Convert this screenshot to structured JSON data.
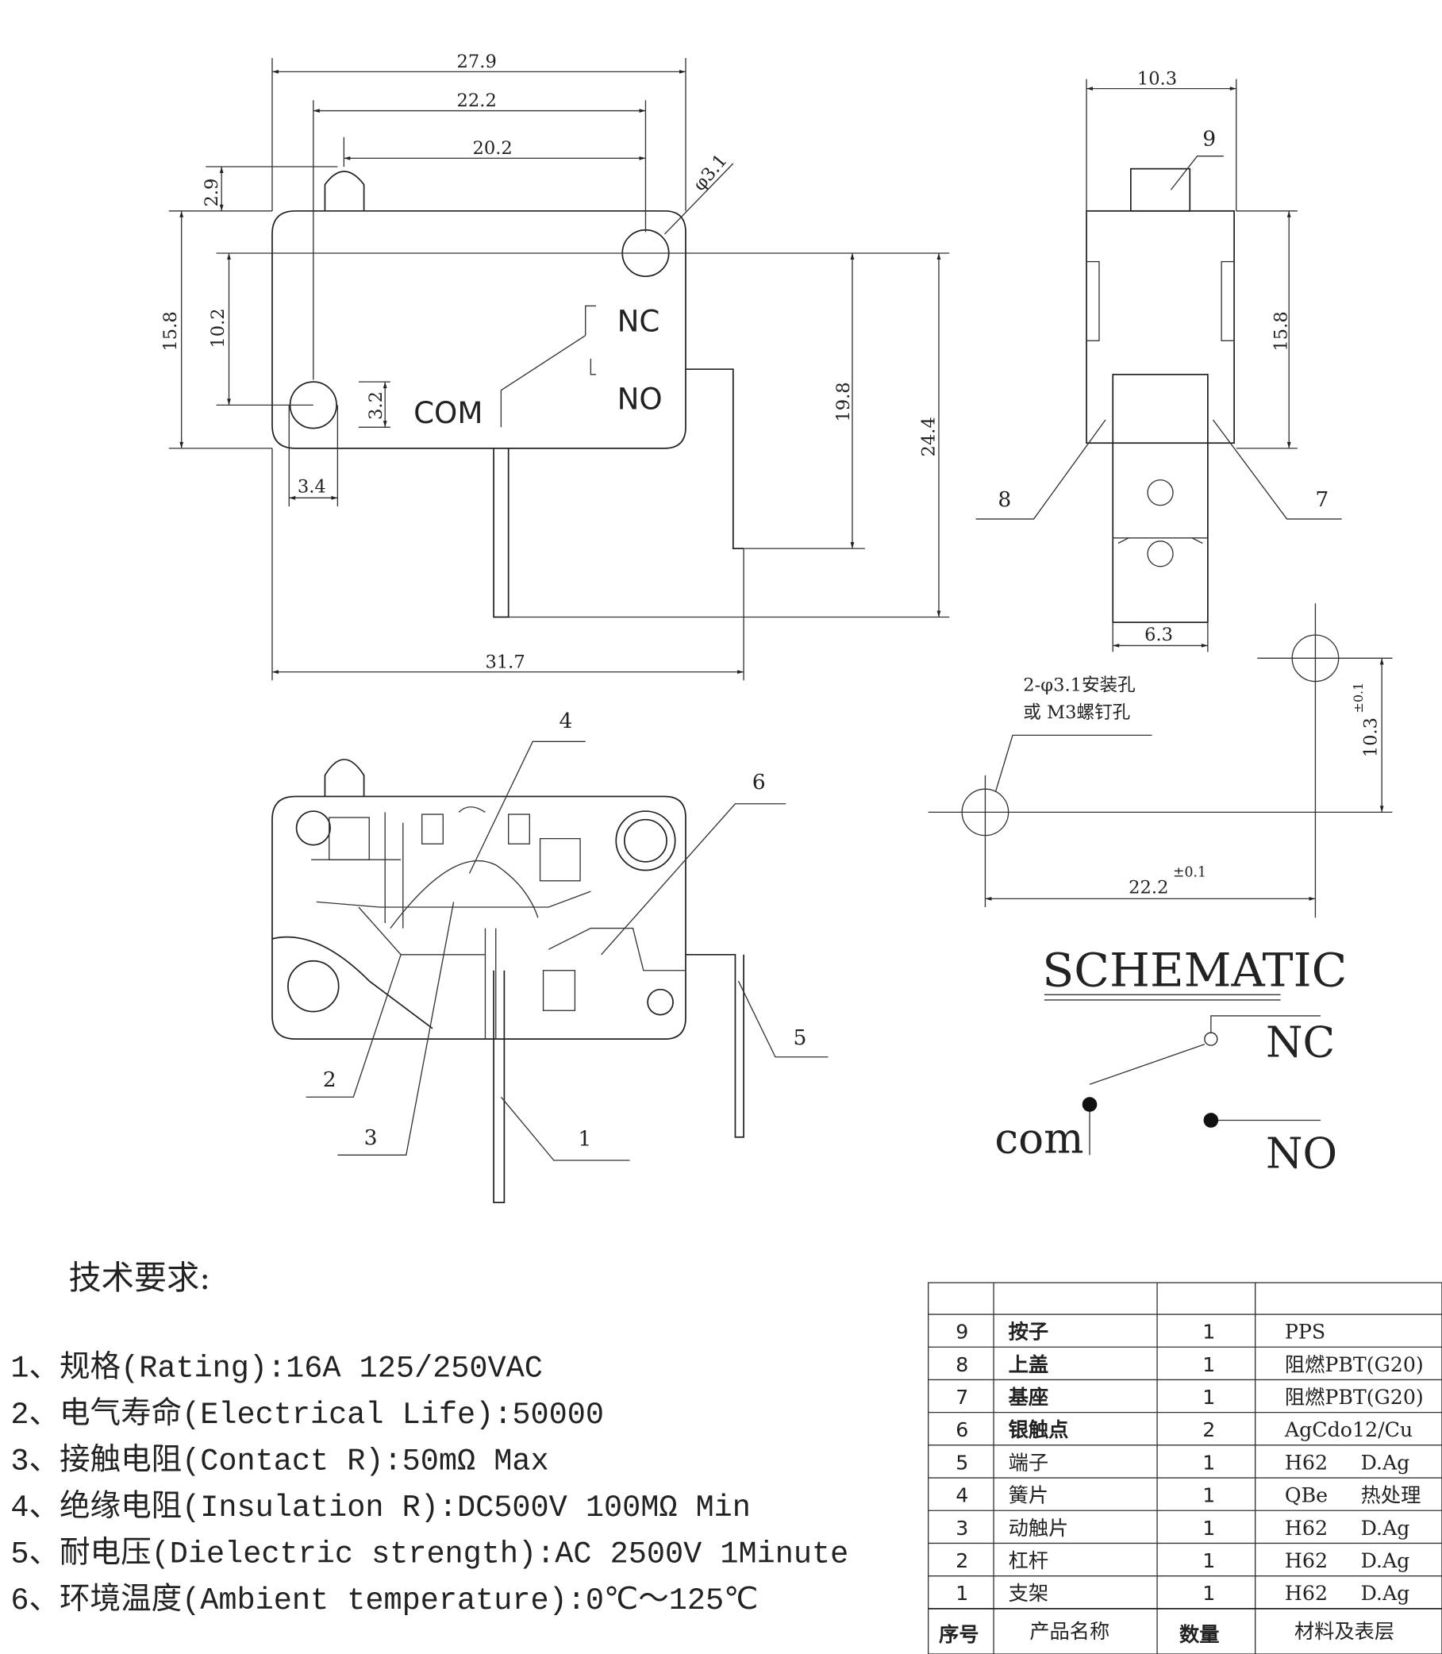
{
  "top_view": {
    "dims": {
      "d279": "27.9",
      "d222": "22.2",
      "d202": "20.2",
      "d29": "2.9",
      "d31": "φ3.1",
      "d158": "15.8",
      "d102": "10.2",
      "d32": "3.2",
      "d34": "3.4",
      "d198": "19.8",
      "d244": "24.4",
      "d317": "31.7"
    },
    "labels": {
      "nc": "NC",
      "no": "NO",
      "com": "COM"
    }
  },
  "side_view": {
    "dims": {
      "d103": "10.3",
      "d158": "15.8",
      "d63": "6.3"
    },
    "callouts": {
      "c9": "9",
      "c8": "8",
      "c7": "7"
    }
  },
  "internal_view": {
    "callouts": {
      "c1": "1",
      "c2": "2",
      "c3": "3",
      "c4": "4",
      "c5": "5",
      "c6": "6"
    }
  },
  "mounting": {
    "note_line1": "2-φ3.1安装孔",
    "note_line2": "或 M3螺钉孔",
    "dim_v": "10.3",
    "dim_v_tol": "±0.1",
    "dim_h": "22.2",
    "dim_h_tol": "±0.1"
  },
  "schematic": {
    "title": "SCHEMATIC",
    "nc": "NC",
    "no": "NO",
    "com": "com"
  },
  "requirements": {
    "title": "技术要求:",
    "items": [
      "1、规格(Rating):16A  125/250VAC",
      "2、电气寿命(Electrical Life):50000",
      "3、接触电阻(Contact R):50mΩ  Max",
      "4、绝缘电阻(Insulation R):DC500V  100MΩ  Min",
      "5、耐电压(Dielectric strength):AC 2500V  1Minute",
      "6、环境温度(Ambient temperature):0℃～125℃"
    ]
  },
  "bom": {
    "headers": [
      "序号",
      "产品名称",
      "数量",
      "材料及表层"
    ],
    "rows": [
      [
        "9",
        "按子",
        "1",
        "PPS",
        ""
      ],
      [
        "8",
        "上盖",
        "1",
        "阻燃PBT(G20)",
        ""
      ],
      [
        "7",
        "基座",
        "1",
        "阻燃PBT(G20)",
        ""
      ],
      [
        "6",
        "银触点",
        "2",
        "AgCdo12/Cu",
        ""
      ],
      [
        "5",
        "端子",
        "1",
        "H62",
        "D.Ag"
      ],
      [
        "4",
        "簧片",
        "1",
        "QBe",
        "热处理"
      ],
      [
        "3",
        "动触片",
        "1",
        "H62",
        "D.Ag"
      ],
      [
        "2",
        "杠杆",
        "1",
        "H62",
        "D.Ag"
      ],
      [
        "1",
        "支架",
        "1",
        "H62",
        "D.Ag"
      ]
    ]
  }
}
